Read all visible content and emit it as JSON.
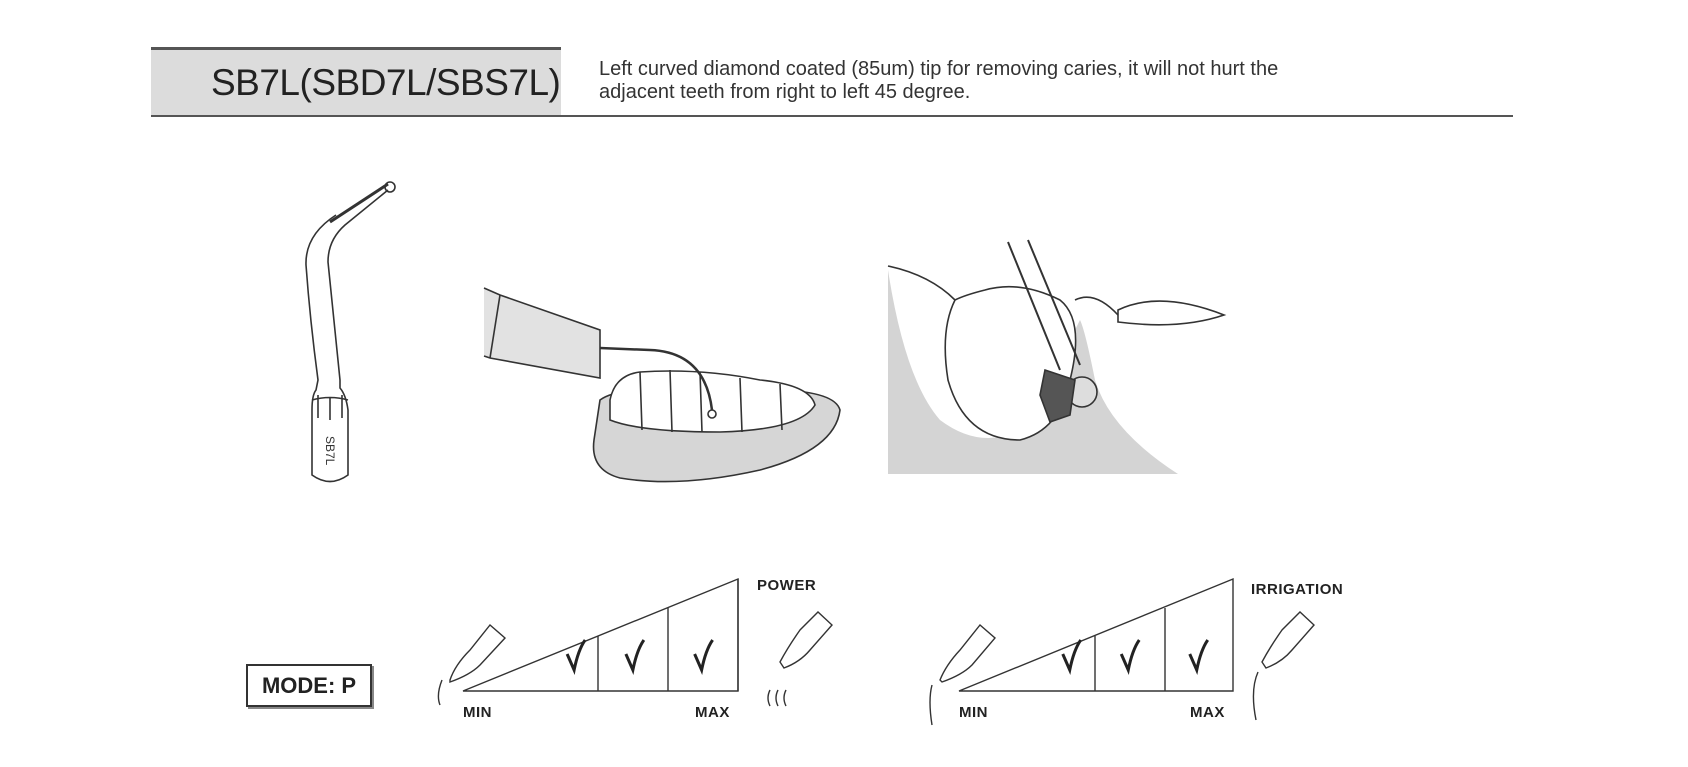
{
  "header": {
    "model": "SB7L(SBD7L/SBS7L)",
    "description_line1": "Left curved diamond coated (85um) tip for removing caries, it will not hurt the",
    "description_line2": "adjacent teeth from right to left 45 degree."
  },
  "tip_engraving": "SB7L",
  "mode": "MODE: P",
  "power_scale": {
    "label": "POWER",
    "min": "MIN",
    "max": "MAX",
    "checked_levels": [
      2,
      3,
      4
    ],
    "total_levels": 4
  },
  "irrigation_scale": {
    "label": "IRRIGATION",
    "min": "MIN",
    "max": "MAX",
    "checked_levels": [
      2,
      3,
      4
    ],
    "total_levels": 4
  }
}
